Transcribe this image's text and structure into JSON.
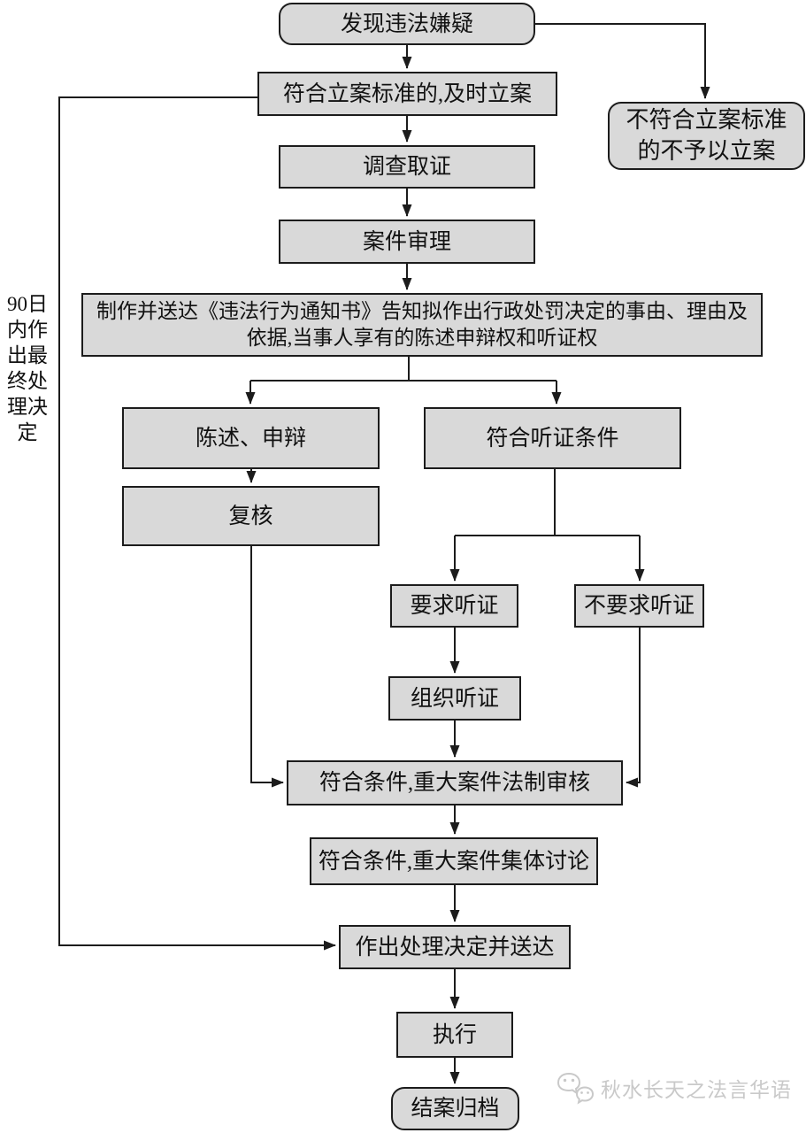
{
  "diagram": {
    "nodes": {
      "start": {
        "label": "发现违法嫌疑",
        "shape": "rounded"
      },
      "file_case": {
        "label": "符合立案标准的,及时立案",
        "shape": "rect"
      },
      "no_file_case": {
        "label": "不符合立案标准的不予以立案",
        "shape": "rounded"
      },
      "investigate": {
        "label": "调查取证",
        "shape": "rect"
      },
      "case_review": {
        "label": "案件审理",
        "shape": "rect"
      },
      "notice": {
        "label": "制作并送达《违法行为通知书》告知拟作出行政处罚决定的事由、理由及依据,当事人享有的陈述申辩权和听证权",
        "shape": "rect"
      },
      "statement_defense": {
        "label": "陈述、申辩",
        "shape": "rect"
      },
      "hearing_condition": {
        "label": "符合听证条件",
        "shape": "rect"
      },
      "recheck": {
        "label": "复核",
        "shape": "rect"
      },
      "request_hearing": {
        "label": "要求听证",
        "shape": "rect"
      },
      "no_request_hearing": {
        "label": "不要求听证",
        "shape": "rect"
      },
      "organize_hearing": {
        "label": "组织听证",
        "shape": "rect"
      },
      "legal_review": {
        "label": "符合条件,重大案件法制审核",
        "shape": "rect"
      },
      "collective_discussion": {
        "label": "符合条件,重大案件集体讨论",
        "shape": "rect"
      },
      "decision_delivery": {
        "label": "作出处理决定并送达",
        "shape": "rect"
      },
      "execution": {
        "label": "执行",
        "shape": "rect"
      },
      "case_archive": {
        "label": "结案归档",
        "shape": "rounded"
      }
    },
    "side_note": "90日内作出最终处理决定",
    "watermark": {
      "text": "秋水长天之法言华语",
      "icon": "wechat-icon"
    },
    "colors": {
      "node_fill": "#d9d9d9",
      "node_border": "#1c1c1c",
      "connector": "#1c1c1c",
      "watermark": "#c9c9c9",
      "background": "#ffffff"
    }
  }
}
